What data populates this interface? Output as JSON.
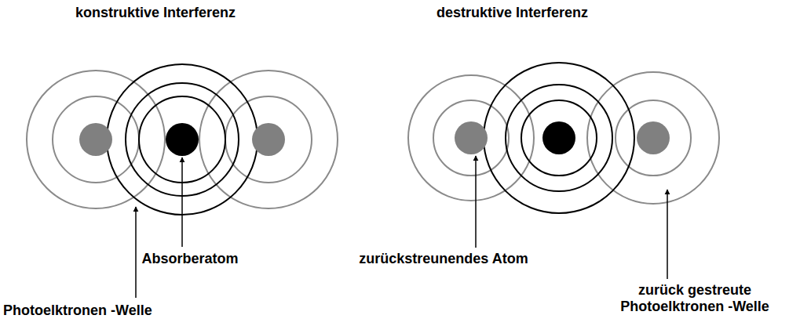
{
  "diagram": {
    "labels": [
      "konstruktive Interferenz",
      "destruktive Interferenz",
      "Absorberatom",
      "Photoelktronen -Welle",
      "zurückstreunendes Atom",
      "zurück gestreute Photoelktronen -Welle"
    ]
  }
}
